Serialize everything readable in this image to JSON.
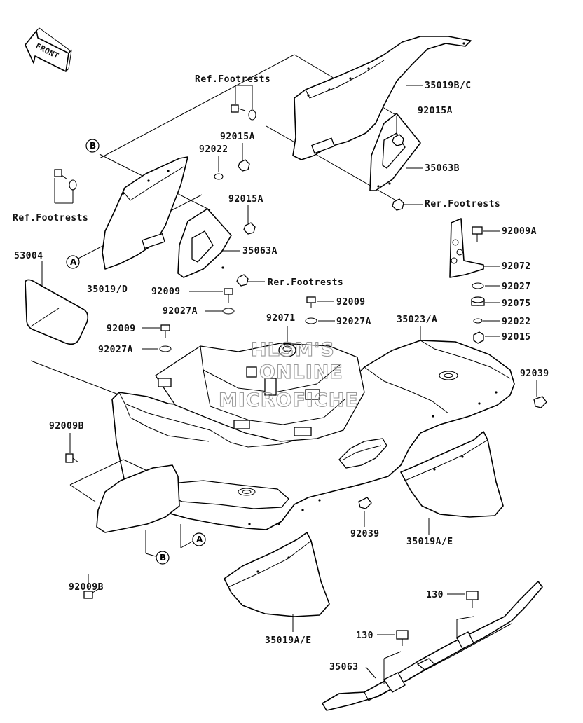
{
  "diagram": {
    "orientation_label": "FRONT",
    "watermark": [
      "HLSM'S",
      "ONLINE",
      "MICROFICHE"
    ],
    "callouts": [
      "A",
      "B"
    ],
    "labels": {
      "ref_footrests_top": "Ref.Footrests",
      "ref_footrests_left": "Ref.Footrests",
      "rer_footrests_top": "Rer.Footrests",
      "rer_footrests_mid": "Rer.Footrests",
      "p35019bc": "35019B/C",
      "p92015a_1": "92015A",
      "p35063b": "35063B",
      "p92015a_2": "92015A",
      "p92022_1": "92022",
      "p92015a_3": "92015A",
      "p35063a": "35063A",
      "p35019d": "35019/D",
      "p53004": "53004",
      "p92009_1": "92009",
      "p92027a_1": "92027A",
      "p92009_2": "92009",
      "p92071": "92071",
      "p92027a_2": "92027A",
      "p35023a": "35023/A",
      "p92009_3": "92009",
      "p92027a_3": "92027A",
      "p92009a": "92009A",
      "p92072": "92072",
      "p92027": "92027",
      "p92075": "92075",
      "p92022_2": "92022",
      "p92015": "92015",
      "p92039_1": "92039",
      "p92039_2": "92039",
      "p92009b_1": "92009B",
      "p92009b_2": "92009B",
      "p35019ae_1": "35019A/E",
      "p35019ae_2": "35019A/E",
      "p130_1": "130",
      "p130_2": "130",
      "p35063": "35063"
    }
  }
}
